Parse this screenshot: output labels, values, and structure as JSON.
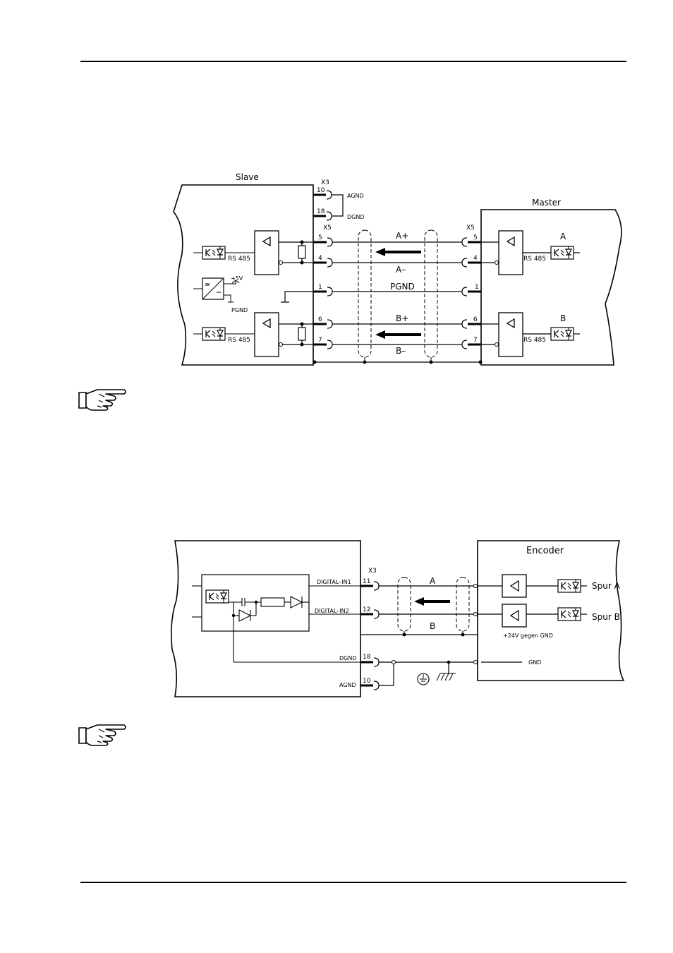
{
  "diagram1": {
    "slave_label": "Slave",
    "master_label": "Master",
    "x3": "X3",
    "x5_slave": "X5",
    "x5_master": "X5",
    "pin10": "10",
    "pin18": "18",
    "agnd": "AGND",
    "dgnd": "DGND",
    "pin5": "5",
    "pin4": "4",
    "pin1": "1",
    "pin6": "6",
    "pin7": "7",
    "a_plus": "A+",
    "a_minus": "A–",
    "pgnd_line": "PGND",
    "b_plus": "B+",
    "b_minus": "B–",
    "rs485": "RS 485",
    "plus5v": "+5V",
    "pgnd_small": "PGND",
    "channel_a": "A",
    "channel_b": "B"
  },
  "diagram2": {
    "encoder_label": "Encoder",
    "x3": "X3",
    "digital_in1": "DIGITAL–IN1",
    "digital_in2": "DIGITAL–IN2",
    "pin11": "11",
    "pin12": "12",
    "pin18": "18",
    "pin10": "10",
    "dgnd": "DGND",
    "agnd": "AGND",
    "signal_a": "A",
    "signal_b": "B",
    "spur_a": "Spur  A",
    "spur_b": "Spur  B",
    "supply_note": "+24V gegen GND",
    "gnd": "GND"
  }
}
